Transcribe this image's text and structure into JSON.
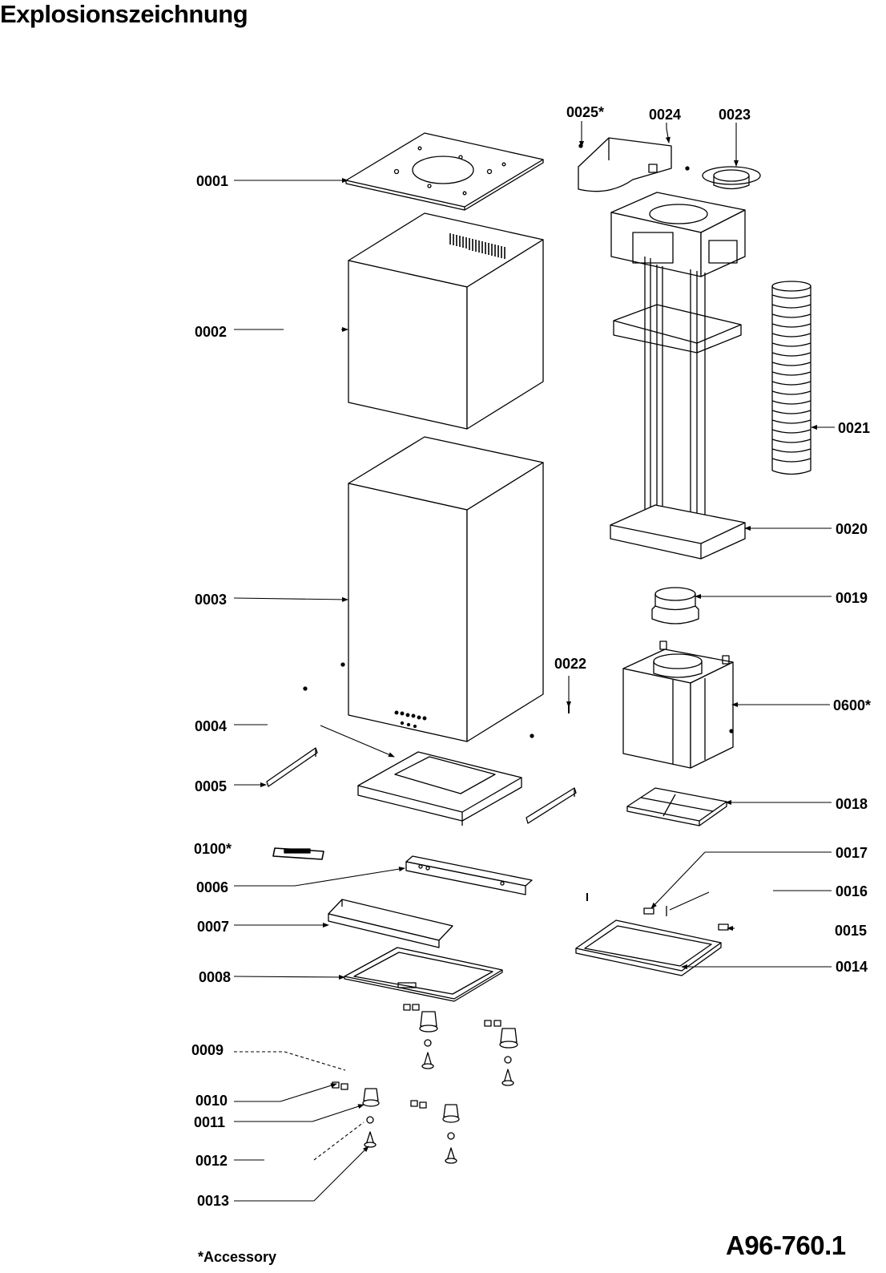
{
  "title": "Explosionszeichnung",
  "drawing_number": "A96-760.1",
  "footnote": "*Accessory",
  "parts": {
    "p0001": "0001",
    "p0002": "0002",
    "p0003": "0003",
    "p0004": "0004",
    "p0005": "0005",
    "p0100": "0100*",
    "p0006": "0006",
    "p0007": "0007",
    "p0008": "0008",
    "p0009": "0009",
    "p0010": "0010",
    "p0011": "0011",
    "p0012": "0012",
    "p0013": "0013",
    "p0025": "0025*",
    "p0024": "0024",
    "p0023": "0023",
    "p0021": "0021",
    "p0020": "0020",
    "p0019": "0019",
    "p0022": "0022",
    "p0600": "0600*",
    "p0018": "0018",
    "p0017": "0017",
    "p0016": "0016",
    "p0015": "0015",
    "p0014": "0014"
  }
}
